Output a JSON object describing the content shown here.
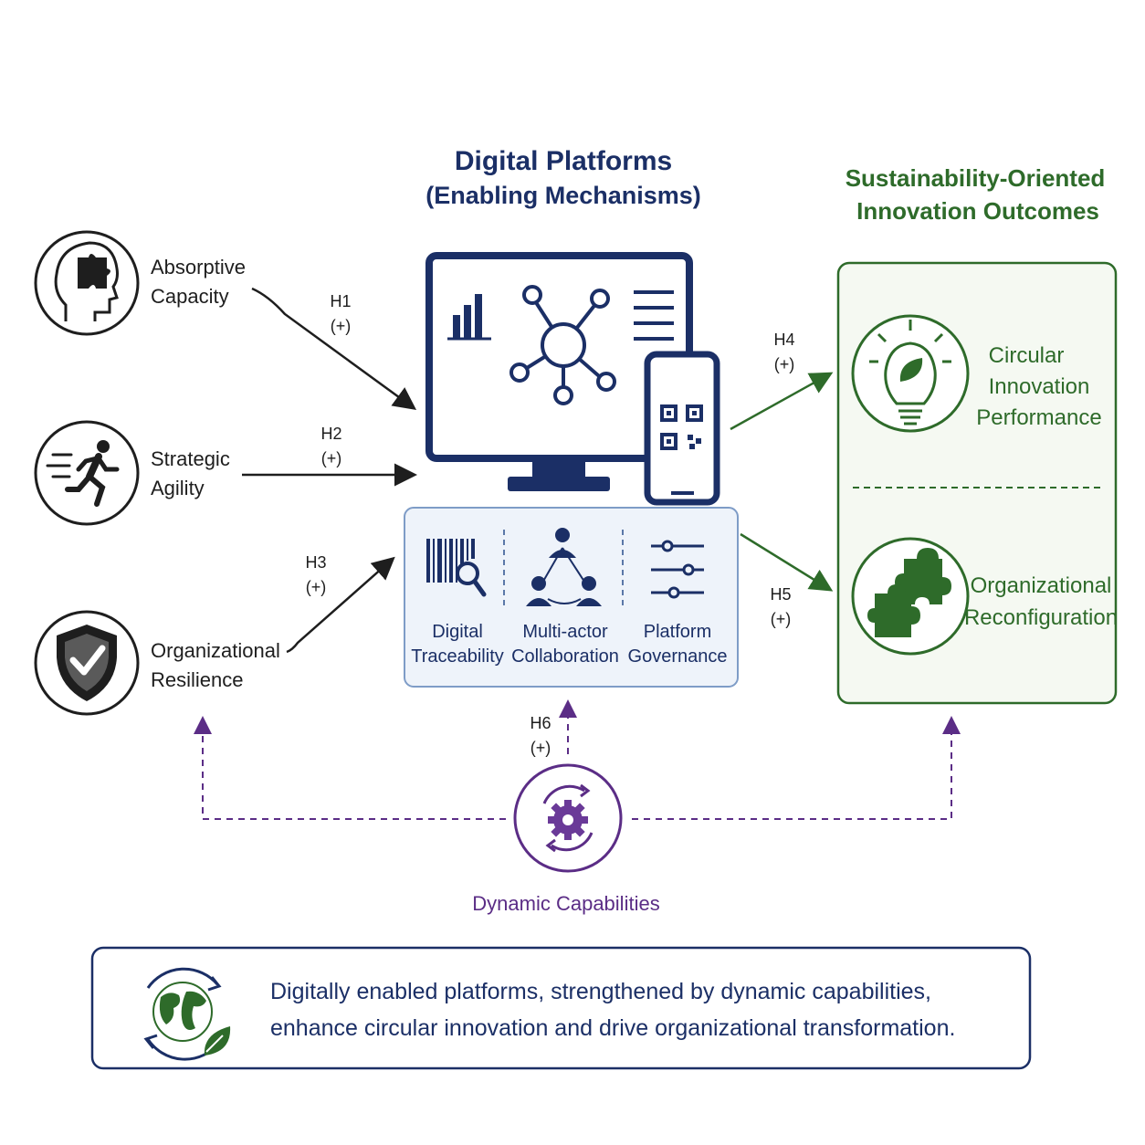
{
  "center": {
    "title_line1": "Digital Platforms",
    "title_line2": "(Enabling Mechanisms)",
    "mechanisms": [
      {
        "line1": "Digital",
        "line2": "Traceability",
        "icon": "barcode-magnifier-icon"
      },
      {
        "line1": "Multi-actor",
        "line2": "Collaboration",
        "icon": "network-people-icon"
      },
      {
        "line1": "Platform",
        "line2": "Governance",
        "icon": "sliders-icon"
      }
    ]
  },
  "inputs": [
    {
      "line1": "Absorptive",
      "line2": "Capacity",
      "icon": "head-puzzle-icon"
    },
    {
      "line1": "Strategic",
      "line2": "Agility",
      "icon": "running-person-icon"
    },
    {
      "line1": "Organizational",
      "line2": "Resilience",
      "icon": "shield-check-icon"
    }
  ],
  "outcomes": {
    "title_line1": "Sustainability-Oriented",
    "title_line2": "Innovation Outcomes",
    "items": [
      {
        "line1": "Circular",
        "line2": "Innovation",
        "line3": "Performance",
        "icon": "lightbulb-leaf-icon"
      },
      {
        "line1": "Organizational",
        "line2": "Reconfiguration",
        "icon": "puzzle-pieces-icon"
      }
    ]
  },
  "hypotheses": [
    {
      "id": "H1",
      "sign": "(+)"
    },
    {
      "id": "H2",
      "sign": "(+)"
    },
    {
      "id": "H3",
      "sign": "(+)"
    },
    {
      "id": "H4",
      "sign": "(+)"
    },
    {
      "id": "H5",
      "sign": "(+)"
    },
    {
      "id": "H6",
      "sign": "(+)"
    }
  ],
  "moderator": {
    "label": "Dynamic Capabilities",
    "icon": "gear-cycle-icon"
  },
  "footer": {
    "line1": "Digitally enabled platforms, strengthened by dynamic capabilities,",
    "line2": "enhance circular innovation and drive organizational transformation.",
    "icon": "globe-leaf-icon"
  },
  "colors": {
    "navy": "#1b2f66",
    "green": "#2e6b2a",
    "purple": "#5b2d86",
    "panel_blue": "#eef3fa"
  }
}
